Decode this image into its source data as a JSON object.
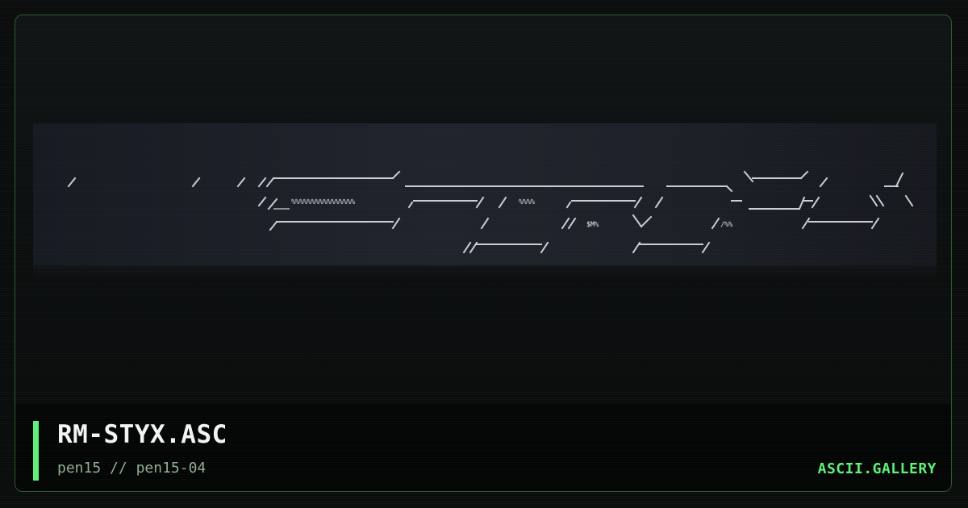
{
  "card": {
    "title": "RM-STYX.ASC",
    "author": "pen15",
    "separator": "//",
    "pack": "pen15-04",
    "brand": "ASCII.GALLERY"
  },
  "colors": {
    "accent": "#5ef07a",
    "border": "#2c5a30",
    "title": "#f2f4f4",
    "subtitle": "#8fae94",
    "art_background": "#1d2129",
    "art_stroke": "#c9cdd4"
  },
  "art": {
    "glyph_run_1": "%%%%%%%%%%%%%%%%",
    "glyph_run_2": "%%%%",
    "glyph_run_3": "$M%",
    "glyph_run_4": "/%%"
  }
}
